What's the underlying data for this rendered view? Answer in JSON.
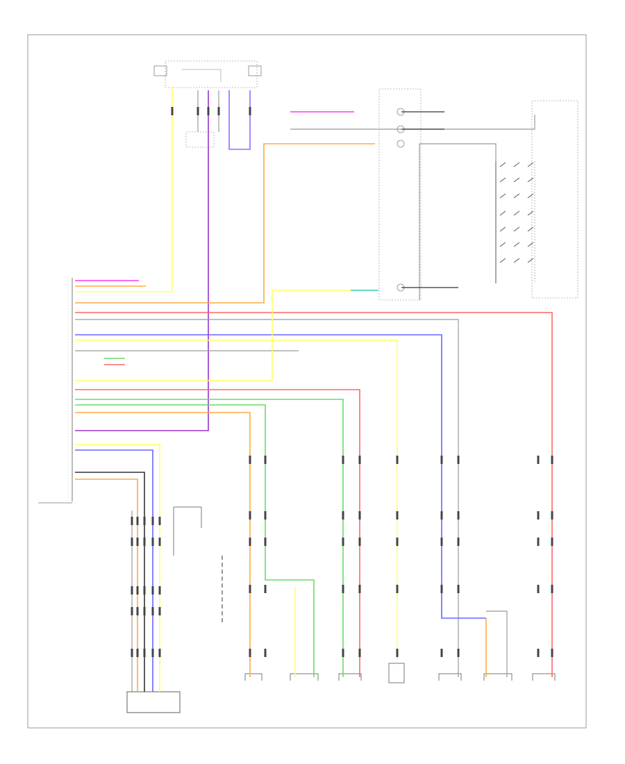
{
  "diagram": {
    "footer_code": "",
    "text_legible": false,
    "colors": {
      "yellow": "#ffff66",
      "purple": "#9933cc",
      "violet": "#9966ff",
      "magenta": "#ff33ff",
      "orange": "#ffaa44",
      "red": "#ff6666",
      "blue": "#6666ff",
      "green": "#66dd66",
      "cyan": "#33cccc",
      "gray": "#999999",
      "black": "#333333",
      "frame": "#9a9a9a"
    },
    "components": [
      {
        "id": "ignition-switch-top",
        "label": ""
      },
      {
        "id": "audio-unit",
        "label": ""
      },
      {
        "id": "steering-switch",
        "label": ""
      },
      {
        "id": "connector-block",
        "label": ""
      },
      {
        "id": "woofer-unit",
        "label": ""
      },
      {
        "id": "antenna-amp",
        "label": ""
      },
      {
        "id": "front-speaker-rh",
        "label": ""
      },
      {
        "id": "tweeter-rh",
        "label": ""
      },
      {
        "id": "rear-speaker-rh",
        "label": ""
      },
      {
        "id": "center-speaker",
        "label": ""
      },
      {
        "id": "front-speaker-lh",
        "label": ""
      },
      {
        "id": "tweeter-lh",
        "label": ""
      },
      {
        "id": "rear-speaker-lh",
        "label": ""
      }
    ]
  }
}
